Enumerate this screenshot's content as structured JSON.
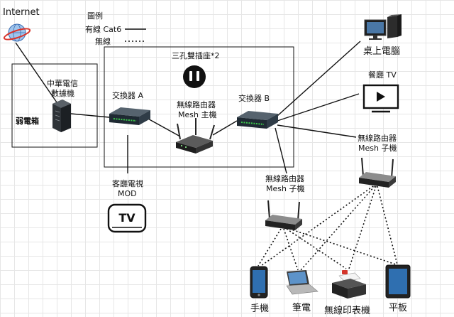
{
  "legend": {
    "title": "圖例",
    "wired": "有線 Cat6",
    "wireless": "無線"
  },
  "labels": {
    "internet": "Internet",
    "weak_box": "弱電箱",
    "modem_line1": "中華電信",
    "modem_line2": "數據機",
    "dual_socket": "三孔雙插座*2",
    "switch_a": "交換器 A",
    "switch_b": "交換器 B",
    "mesh_main_line1": "無線路由器",
    "mesh_main_line2": "Mesh 主機",
    "tv_mod_line1": "客廳電視",
    "tv_mod_line2": "MOD",
    "tv_text": "TV",
    "desktop": "桌上電腦",
    "dining_tv": "餐廳 TV",
    "mesh_sub_right_line1": "無線路由器",
    "mesh_sub_right_line2": "Mesh 子機",
    "mesh_sub_mid_line1": "無線路由器",
    "mesh_sub_mid_line2": "Mesh 子機",
    "phone": "手機",
    "laptop": "筆電",
    "printer": "無線印表機",
    "tablet": "平板"
  },
  "colors": {
    "line": "#111111",
    "device": "#2b2b2b",
    "switch_body": "#1f2a33",
    "port_green": "#3cc84a"
  }
}
